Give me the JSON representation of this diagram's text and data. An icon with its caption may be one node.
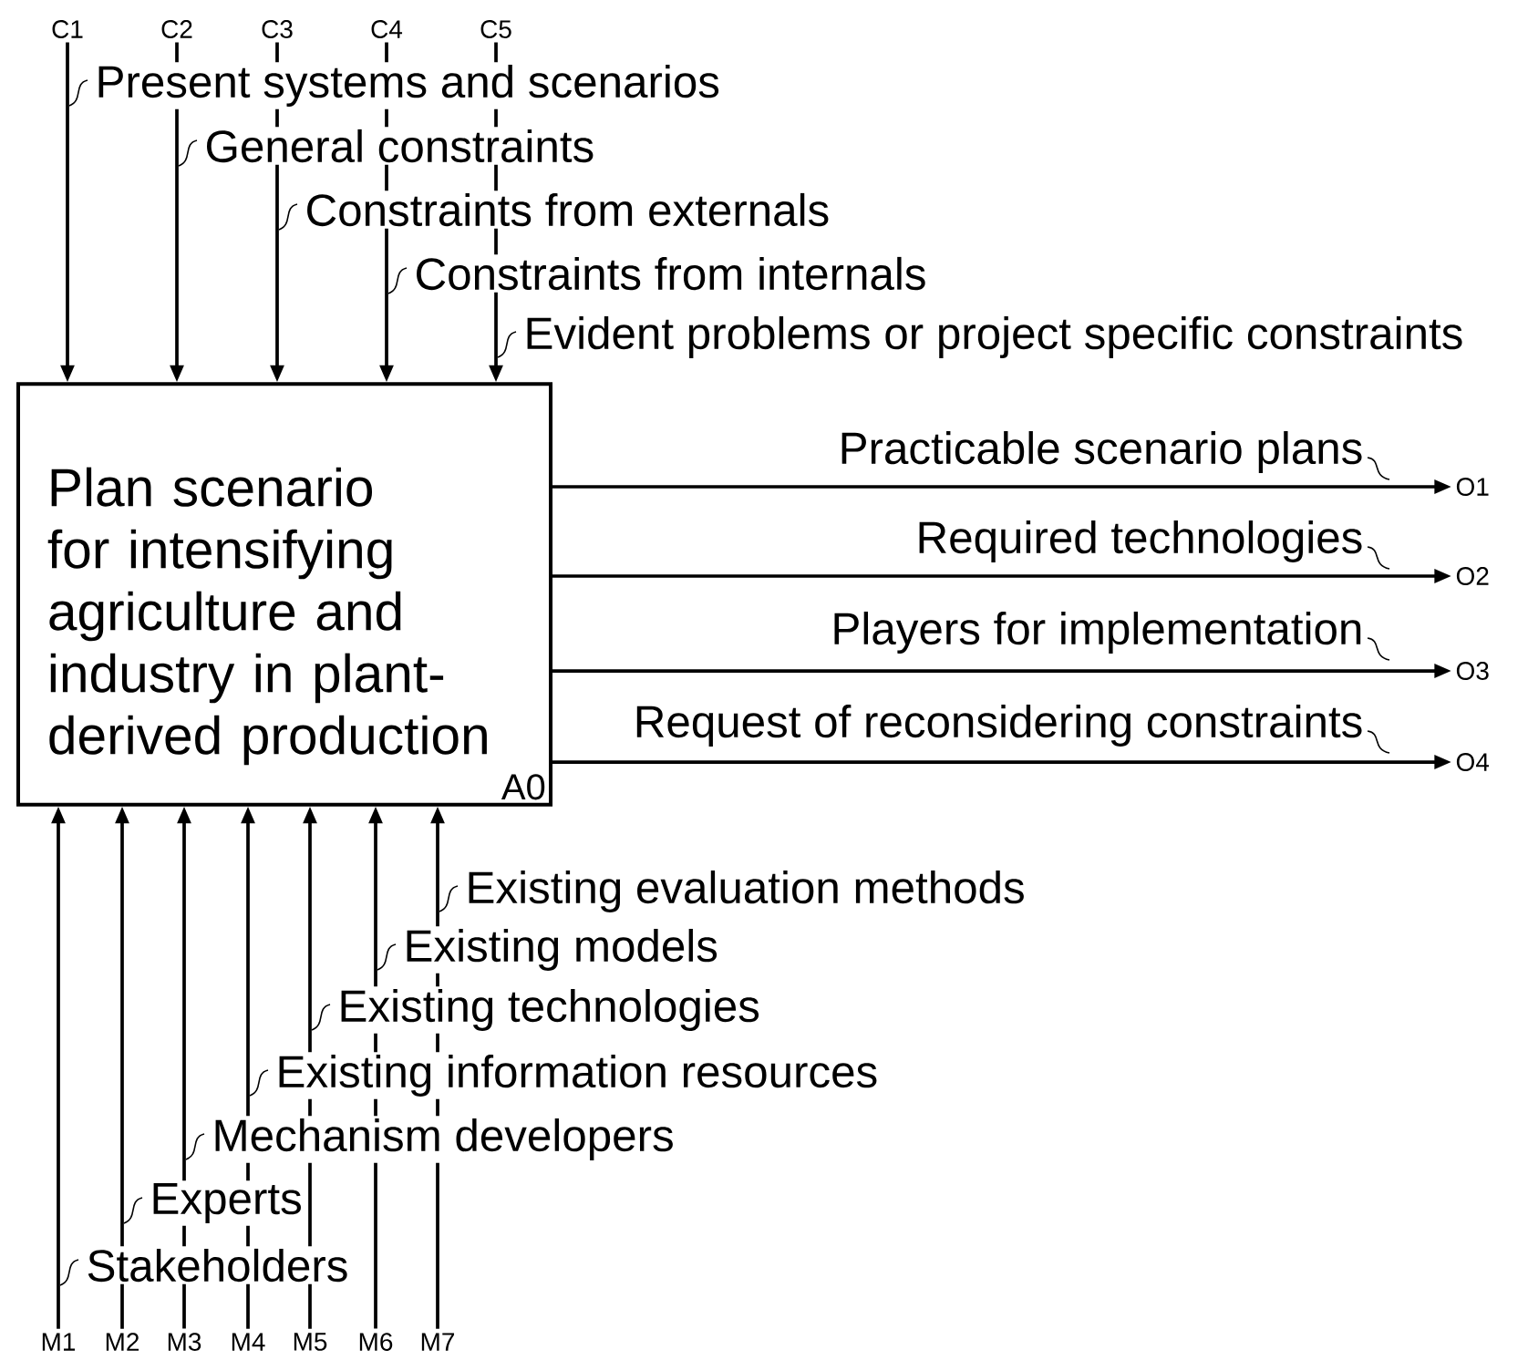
{
  "diagram": {
    "nodes": [
      {
        "text": [
          "C1"
        ]
      },
      {
        "text": [
          "C2"
        ]
      },
      {
        "text": [
          "C3"
        ]
      },
      {
        "text": [
          "C4"
        ]
      },
      {
        "text": [
          "C5"
        ]
      },
      {
        "text": [
          "Plan scenario for intensifying agriculture and industry in plant-derived production",
          "A0"
        ]
      },
      {
        "text": [
          "O1"
        ]
      },
      {
        "text": [
          "O2"
        ]
      },
      {
        "text": [
          "O3"
        ]
      },
      {
        "text": [
          "O4"
        ]
      },
      {
        "text": [
          "M1"
        ]
      },
      {
        "text": [
          "M2"
        ]
      },
      {
        "text": [
          "M3"
        ]
      },
      {
        "text": [
          "M4"
        ]
      },
      {
        "text": [
          "M5"
        ]
      },
      {
        "text": [
          "M6"
        ]
      },
      {
        "text": [
          "M7"
        ]
      }
    ],
    "edges": [
      {
        "from": 0,
        "to": 5,
        "arrow": "to",
        "label": "Present systems and scenarios"
      },
      {
        "from": 1,
        "to": 5,
        "arrow": "to",
        "label": "General constraints"
      },
      {
        "from": 2,
        "to": 5,
        "arrow": "to",
        "label": "Constraints from externals"
      },
      {
        "from": 3,
        "to": 5,
        "arrow": "to",
        "label": "Constraints from internals"
      },
      {
        "from": 4,
        "to": 5,
        "arrow": "to",
        "label": "Evident problems or project specific constraints"
      },
      {
        "from": 5,
        "to": 6,
        "arrow": "to",
        "label": "Practicable scenario plans"
      },
      {
        "from": 5,
        "to": 7,
        "arrow": "to",
        "label": "Required technologies"
      },
      {
        "from": 5,
        "to": 8,
        "arrow": "to",
        "label": "Players for implementation"
      },
      {
        "from": 5,
        "to": 9,
        "arrow": "to",
        "label": "Request of reconsidering constraints"
      },
      {
        "from": 10,
        "to": 5,
        "arrow": "to",
        "label": "Stakeholders"
      },
      {
        "from": 11,
        "to": 5,
        "arrow": "to",
        "label": "Experts"
      },
      {
        "from": 12,
        "to": 5,
        "arrow": "to",
        "label": "Mechanism developers"
      },
      {
        "from": 13,
        "to": 5,
        "arrow": "to",
        "label": "Existing information resources"
      },
      {
        "from": 14,
        "to": 5,
        "arrow": "to",
        "label": "Existing technologies"
      },
      {
        "from": 15,
        "to": 5,
        "arrow": "to",
        "label": "Existing models"
      },
      {
        "from": 16,
        "to": 5,
        "arrow": "to",
        "label": "Existing evaluation methods"
      }
    ]
  }
}
